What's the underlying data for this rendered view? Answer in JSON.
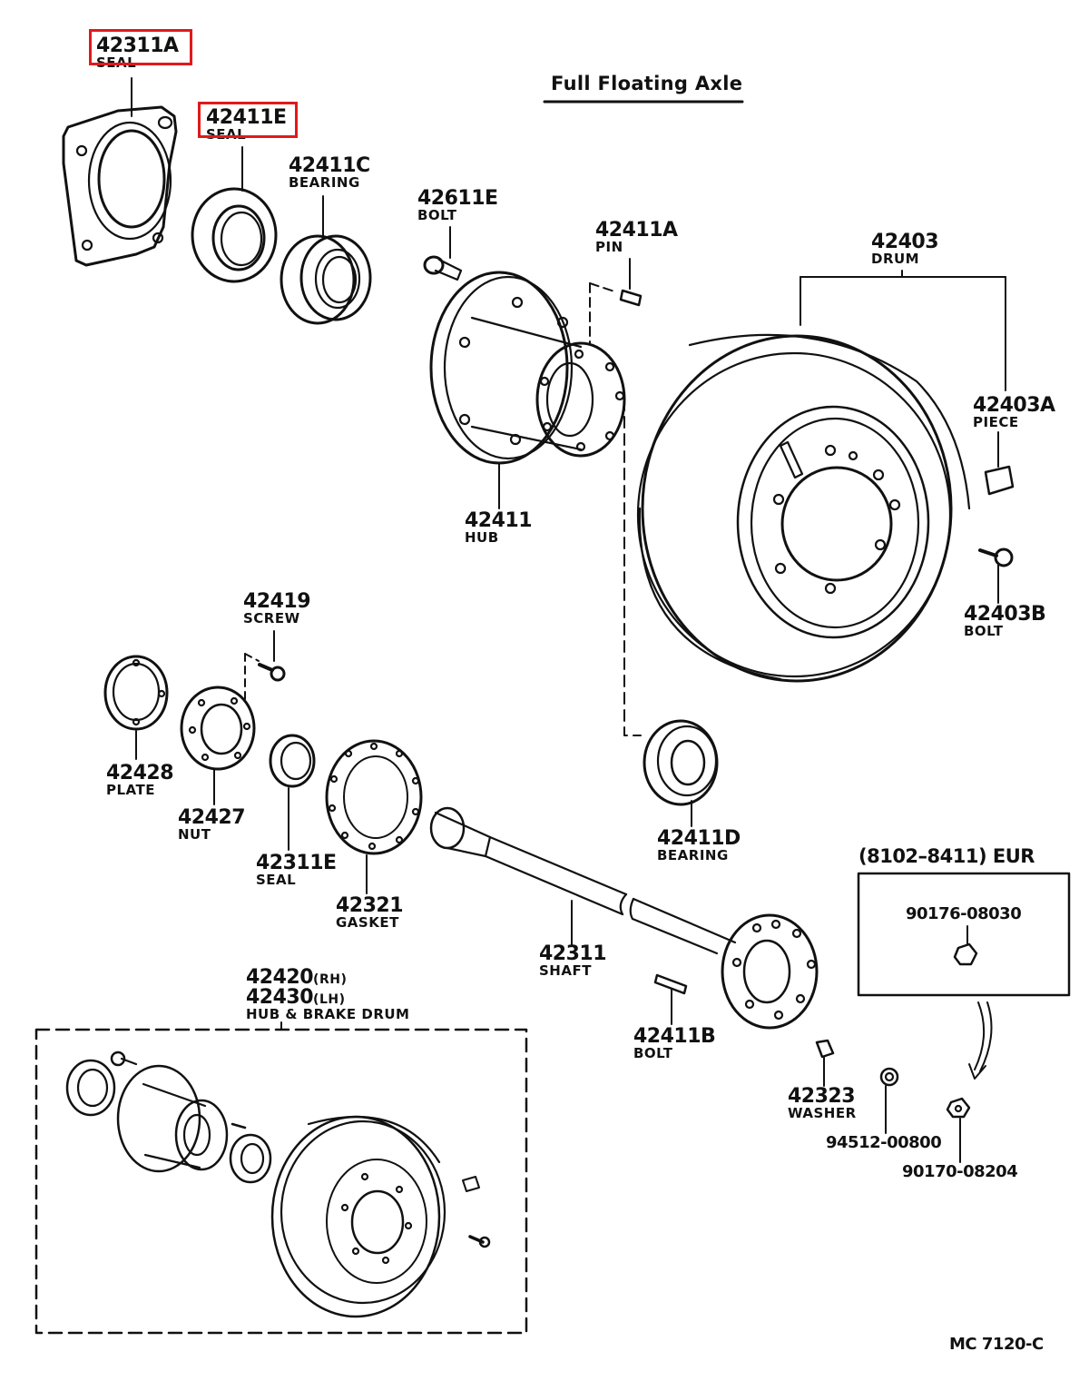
{
  "title": "Full Floating Axle",
  "footer_code": "MC  7120-C",
  "eur_range": "(8102–8411) EUR",
  "highlight_color": "#e0191b",
  "parts": {
    "p42311A": {
      "number": "42311A",
      "name": "SEAL"
    },
    "p42411E": {
      "number": "42411E",
      "name": "SEAL"
    },
    "p42411C": {
      "number": "42411C",
      "name": "BEARING"
    },
    "p42611E": {
      "number": "42611E",
      "name": "BOLT"
    },
    "p42411A": {
      "number": "42411A",
      "name": "PIN"
    },
    "p42403": {
      "number": "42403",
      "name": "DRUM"
    },
    "p42403A": {
      "number": "42403A",
      "name": "PIECE"
    },
    "p42411": {
      "number": "42411",
      "name": "HUB"
    },
    "p42403B": {
      "number": "42403B",
      "name": "BOLT"
    },
    "p42419": {
      "number": "42419",
      "name": "SCREW"
    },
    "p42428": {
      "number": "42428",
      "name": "PLATE"
    },
    "p42427": {
      "number": "42427",
      "name": "NUT"
    },
    "p42311E": {
      "number": "42311E",
      "name": "SEAL"
    },
    "p42321": {
      "number": "42321",
      "name": "GASKET"
    },
    "p42411D": {
      "number": "42411D",
      "name": "BEARING"
    },
    "p42311": {
      "number": "42311",
      "name": "SHAFT"
    },
    "p42411B": {
      "number": "42411B",
      "name": "BOLT"
    },
    "p42323": {
      "number": "42323",
      "name": "WASHER"
    },
    "p42420": {
      "number": "42420",
      "suffix": "(RH)"
    },
    "p42430": {
      "number": "42430",
      "suffix": "(LH)",
      "name": "HUB & BRAKE DRUM"
    },
    "p90176": {
      "number": "90176-08030"
    },
    "p94512": {
      "number": "94512-00800"
    },
    "p90170": {
      "number": "90170-08204"
    }
  }
}
